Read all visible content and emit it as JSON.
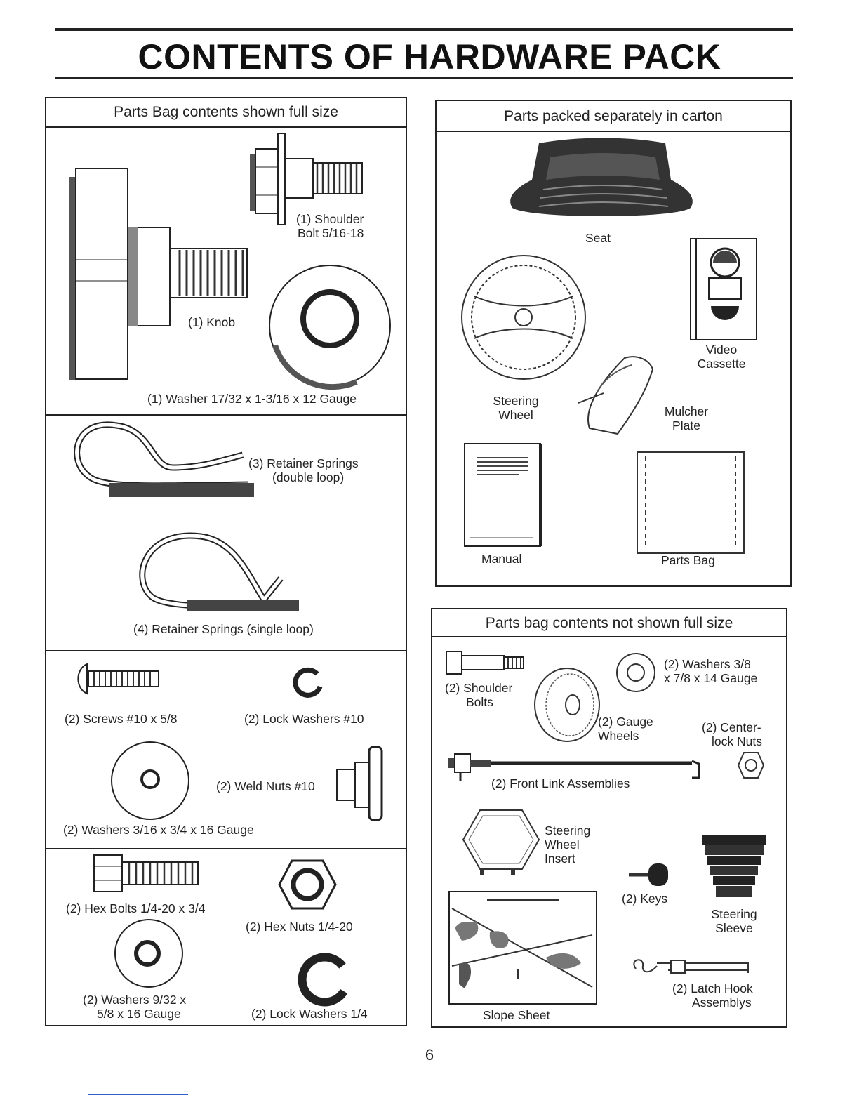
{
  "title": "CONTENTS OF HARDWARE PACK",
  "page_number": "6",
  "left_panel": {
    "header": "Parts Bag contents shown full size",
    "items": {
      "shoulder_bolt_1": "(1) Shoulder",
      "shoulder_bolt_2": "Bolt 5/16-18",
      "knob": "(1) Knob",
      "washer": "(1) Washer  17/32 x 1-3/16 x 12 Gauge",
      "retainer_double_1": "(3)  Retainer Springs",
      "retainer_double_2": "(double loop)",
      "retainer_single": "(4)  Retainer Springs (single loop)",
      "screws": "(2) Screws  #10 x 5/8",
      "lock_washers_10": "(2) Lock Washers  #10",
      "weld_nuts": "(2) Weld Nuts  #10",
      "washers_316": "(2) Washers  3/16 x 3/4 x 16 Gauge",
      "hex_bolts": "(2) Hex Bolts  1/4-20 x 3/4",
      "hex_nuts": "(2) Hex Nuts  1/4-20",
      "washers_932_1": "(2) Washers  9/32  x",
      "washers_932_2": "5/8 x 16 Gauge",
      "lock_washers_14": "(2) Lock Washers  1/4"
    }
  },
  "right_top_panel": {
    "header": "Parts packed separately in carton",
    "items": {
      "seat": "Seat",
      "video_1": "Video",
      "video_2": "Cassette",
      "steering_wheel_1": "Steering",
      "steering_wheel_2": "Wheel",
      "mulcher_1": "Mulcher",
      "mulcher_2": "Plate",
      "manual": "Manual",
      "parts_bag": "Parts Bag"
    }
  },
  "right_bottom_panel": {
    "header": "Parts bag contents not shown full size",
    "items": {
      "shoulder_bolts_1": "(2) Shoulder",
      "shoulder_bolts_2": "Bolts",
      "washers_38_1": "(2) Washers  3/8",
      "washers_38_2": "x 7/8 x 14 Gauge",
      "gauge_wheels_1": "(2) Gauge",
      "gauge_wheels_2": "Wheels",
      "centerlock_1": "(2) Center-",
      "centerlock_2": "lock Nuts",
      "front_link": "(2) Front Link Assemblies",
      "sw_insert_1": "Steering",
      "sw_insert_2": "Wheel",
      "sw_insert_3": "Insert",
      "keys": "(2) Keys",
      "sleeve_1": "Steering",
      "sleeve_2": "Sleeve",
      "slope_sheet": "Slope Sheet",
      "latch_1": "(2) Latch Hook",
      "latch_2": "Assemblys"
    }
  }
}
